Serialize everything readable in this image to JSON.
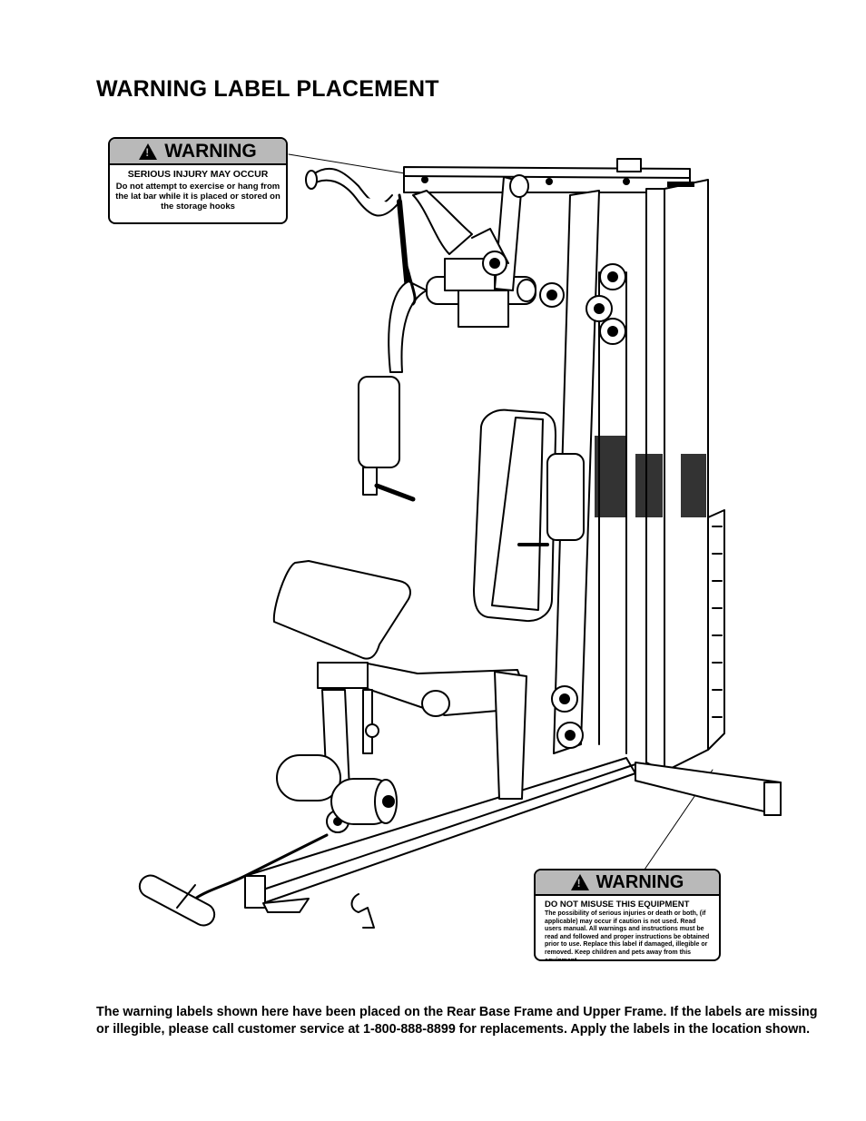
{
  "title": "WARNING LABEL PLACEMENT",
  "labels": {
    "upper": {
      "icon": "warning-triangle-icon",
      "heading": "WARNING",
      "subheading": "SERIOUS INJURY MAY OCCUR",
      "body": "Do not attempt to exercise or hang from the lat bar while it is placed or stored on the storage hooks"
    },
    "lower": {
      "icon": "warning-triangle-icon",
      "heading": "WARNING",
      "subheading": "DO NOT MISUSE THIS EQUIPMENT",
      "body": "The possibility of serious injuries or death or both, (if applicable) may occur if caution is not used. Read users manual. All warnings and instructions must be read and followed and proper instructions be obtained prior to use. Replace this label if damaged, illegible or removed. Keep children and pets away from this equipment."
    }
  },
  "footnote": "The warning labels shown here have been placed on the Rear Base Frame and Upper Frame.  If the labels are missing or illegible, please call customer service at 1-800-888-8899 for replacements.  Apply the labels in the location shown."
}
